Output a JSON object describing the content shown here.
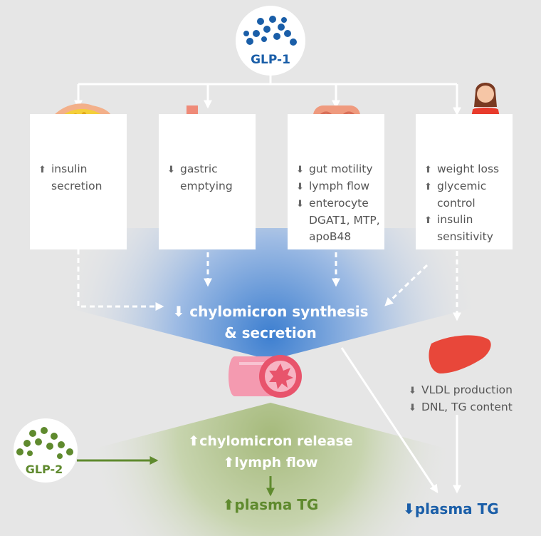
{
  "glp1": {
    "label": "GLP-1",
    "color": "#1a5ea8"
  },
  "glp2": {
    "label": "GLP-2",
    "color": "#5f8a2e"
  },
  "boxes": [
    {
      "lines": [
        {
          "arrow": "up",
          "text": "insulin"
        },
        {
          "arrow": "",
          "text": "secretion"
        }
      ]
    },
    {
      "lines": [
        {
          "arrow": "down",
          "text": "gastric"
        },
        {
          "arrow": "",
          "text": "emptying"
        }
      ]
    },
    {
      "lines": [
        {
          "arrow": "down",
          "text": "gut motility"
        },
        {
          "arrow": "down",
          "text": "lymph flow"
        },
        {
          "arrow": "down",
          "text": "enterocyte"
        },
        {
          "arrow": "",
          "text": "DGAT1, MTP,"
        },
        {
          "arrow": "",
          "text": "apoB48"
        }
      ]
    },
    {
      "lines": [
        {
          "arrow": "up",
          "text": "weight loss"
        },
        {
          "arrow": "up",
          "text": "glycemic"
        },
        {
          "arrow": "",
          "text": "control"
        },
        {
          "arrow": "up",
          "text": "insulin"
        },
        {
          "arrow": "",
          "text": "sensitivity"
        }
      ]
    }
  ],
  "chylo_synthesis": {
    "line1": "chylomicron synthesis",
    "line2": "& secretion"
  },
  "chylo_release": {
    "line1": "chylomicron release",
    "line2": "lymph flow"
  },
  "plasma_tg_up": "plasma TG",
  "plasma_tg_down": "plasma TG",
  "liver": {
    "line1": "VLDL production",
    "line2": "DNL, TG content"
  },
  "arrows": {
    "up": "⬆",
    "down": "⬇"
  }
}
